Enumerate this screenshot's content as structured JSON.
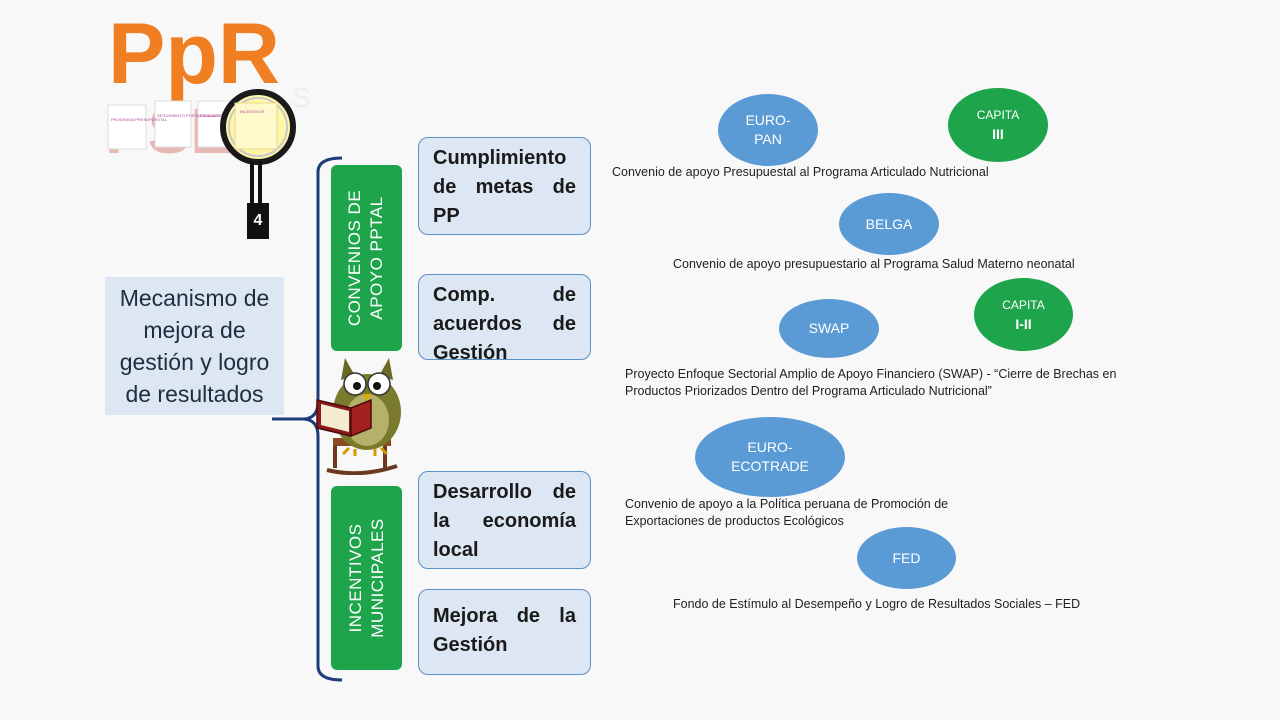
{
  "logo": {
    "letters_top": "PpR",
    "letters_bottom": "PSE",
    "letter_s": "S",
    "badge": "4",
    "sheet1": "PROGRAMA PRESUPUESTAL",
    "sheet2": "SEGUIMIENTO POR INDICADORES",
    "sheet3": "EVALUACIONES INDEPENDIENTES",
    "sheet4": "INCENTIVOS"
  },
  "main_concept": "Mecanismo de mejora de gestión y logro de resultados",
  "categories": {
    "convenios": "CONVENIOS DE\nAPOYO PPTAL",
    "incentivos": "INCENTIVOS\nMUNICIPALES"
  },
  "items": {
    "cumplimiento": "Cumplimiento de metas de PP",
    "comp_acuerdos": "Comp. de acuerdos de Gestión",
    "desarrollo": "Desarrollo de la economía local",
    "mejora": "Mejora de la Gestión"
  },
  "circles": {
    "euro_pan": "EURO-\nPAN",
    "capita3_top": "CAPITA",
    "capita3_num": "III",
    "belga": "BELGA",
    "swap": "SWAP",
    "capita12_top": "CAPITA",
    "capita12_num": "I-II",
    "euro_ecotrade": "EURO-\nECOTRADE",
    "fed": "FED"
  },
  "notes": {
    "euro_pan": "Convenio de apoyo Presupuestal al Programa Articulado Nutricional",
    "belga": "Convenio de apoyo presupuestario al Programa Salud Materno neonatal",
    "swap": "Proyecto Enfoque Sectorial Amplio de Apoyo Financiero (SWAP) - “Cierre de Brechas en Productos Priorizados Dentro del Programa Articulado Nutricional”",
    "ecotrade": "Convenio de apoyo a la Política peruana de Promoción de Exportaciones de productos Ecológicos",
    "fed": "Fondo de Estímulo al Desempeño y Logro de Resultados Sociales – FED"
  },
  "colors": {
    "green": "#1ea54b",
    "blue_circle": "#5b9bd5",
    "box_fill": "#dce7f3",
    "box_border": "#5b8fc5",
    "bracket": "#1f3c7a",
    "logo_orange": "#f07e22"
  }
}
